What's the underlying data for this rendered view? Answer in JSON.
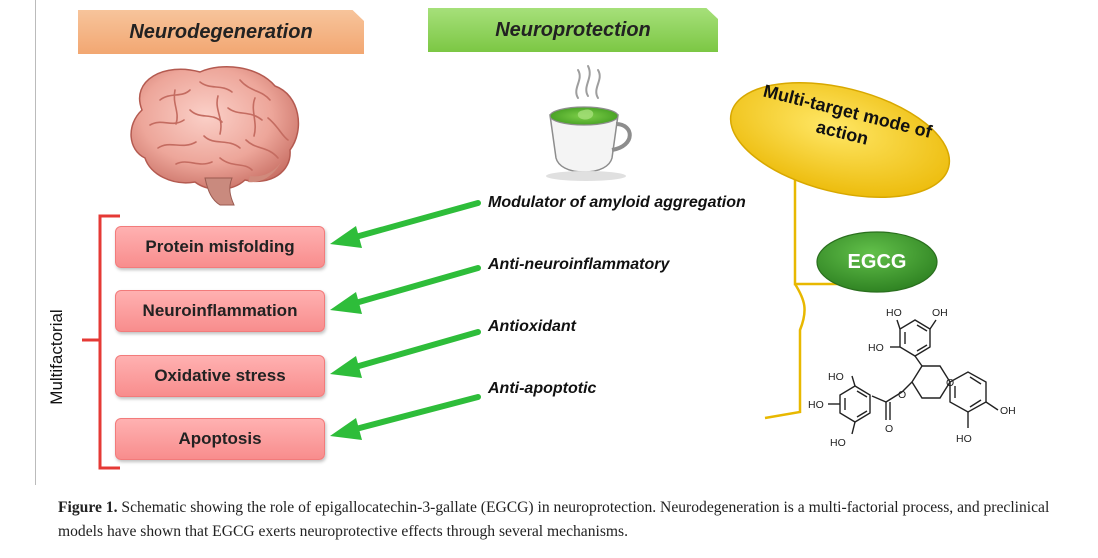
{
  "figure": {
    "header_left": "Neurodegeneration",
    "header_right": "Neuroprotection",
    "side_label": "Multifactorial",
    "process_boxes": [
      "Protein misfolding",
      "Neuroinflammation",
      "Oxidative stress",
      "Apoptosis"
    ],
    "mechanisms": [
      "Modulator of amyloid aggregation",
      "Anti-neuroinflammatory",
      "Antioxidant",
      "Anti-apoptotic"
    ],
    "ellipse_label": "Multi-target mode of action",
    "compound_label": "EGCG",
    "molecule_labels": {
      "ho_top": "HO",
      "oh_top": "OH",
      "ho_mid": "HO",
      "ho_gallate_top": "HO",
      "ho_gallate_left": "HO",
      "ho_gallate_bottom": "HO",
      "oh_right": "OH",
      "ho_bottom": "HO",
      "ring_o": "O",
      "ester_o": "O",
      "carbonyl_o": "O"
    },
    "colors": {
      "orange_header": "#f2a772",
      "green_header": "#7cc744",
      "box_pink": "#f88d8d",
      "bracket_red": "#e53935",
      "arrow_green": "#2ebd3a",
      "ellipse_yellow": "#f2c200",
      "egcg_green": "#3a9a2a",
      "connector_yellow": "#e8b800"
    }
  },
  "caption": {
    "label": "Figure 1.",
    "text": "Schematic showing the role of epigallocatechin-3-gallate (EGCG) in neuroprotection. Neurodegeneration is a multi-factorial process, and preclinical models have shown that EGCG exerts neuroprotective effects through several mechanisms."
  }
}
